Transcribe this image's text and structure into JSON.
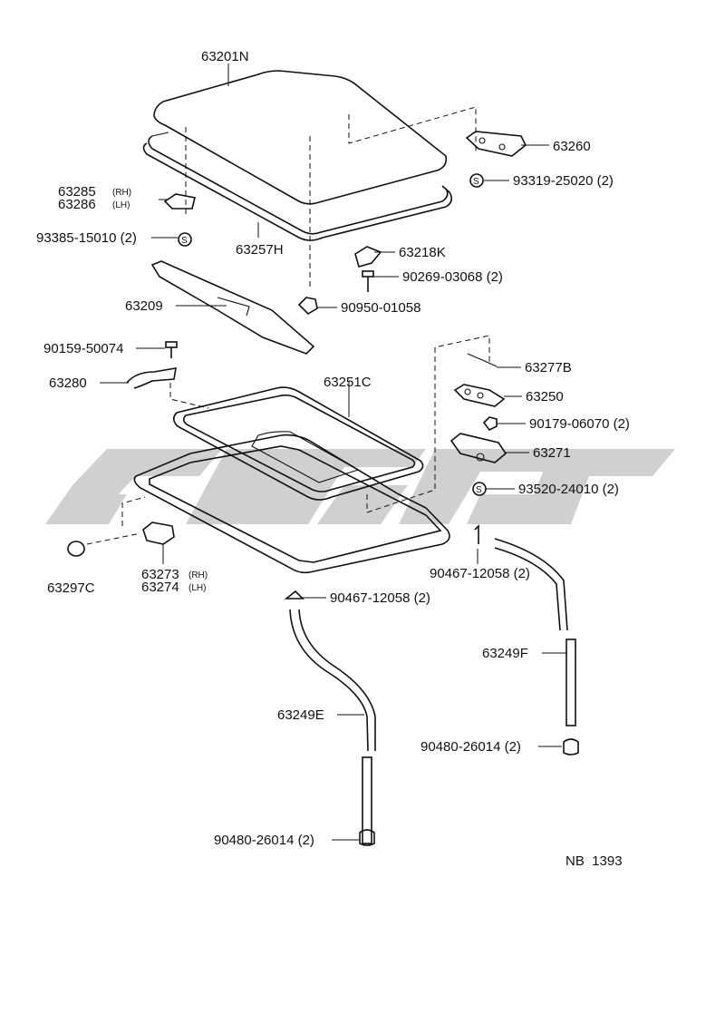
{
  "watermark_color": "#c8c8c8",
  "line_color": "#111111",
  "parts": {
    "glass": "63201N",
    "bracket_63260": "63260",
    "screw_93319": "93319-25020 (2)",
    "guide_rh": "63285",
    "guide_lh": "63286",
    "rh": "(RH)",
    "lh": "(LH)",
    "screw_93385": "93385-15010 (2)",
    "weatherstrip": "63257H",
    "bracket_63218": "63218K",
    "screw_90269": "90269-03068 (2)",
    "deflector": "63209",
    "nut_90950": "90950-01058",
    "screw_90159": "90159-50074",
    "link_63277": "63277B",
    "lever_63280": "63280",
    "frame_63251": "63251C",
    "gear_63250": "63250",
    "nut_90179": "90179-06070 (2)",
    "housing_63271": "63271",
    "screw_93520": "93520-24010 (2)",
    "clip_90467_r": "90467-12058 (2)",
    "knob_63297": "63297C",
    "hinge_rh": "63273",
    "hinge_lh": "63274",
    "clip_90467_l": "90467-12058 (2)",
    "hose_f": "63249F",
    "hose_e": "63249E",
    "grommet_r": "90480-26014 (2)",
    "grommet_l": "90480-26014 (2)",
    "ref_code": "NB  1393"
  }
}
